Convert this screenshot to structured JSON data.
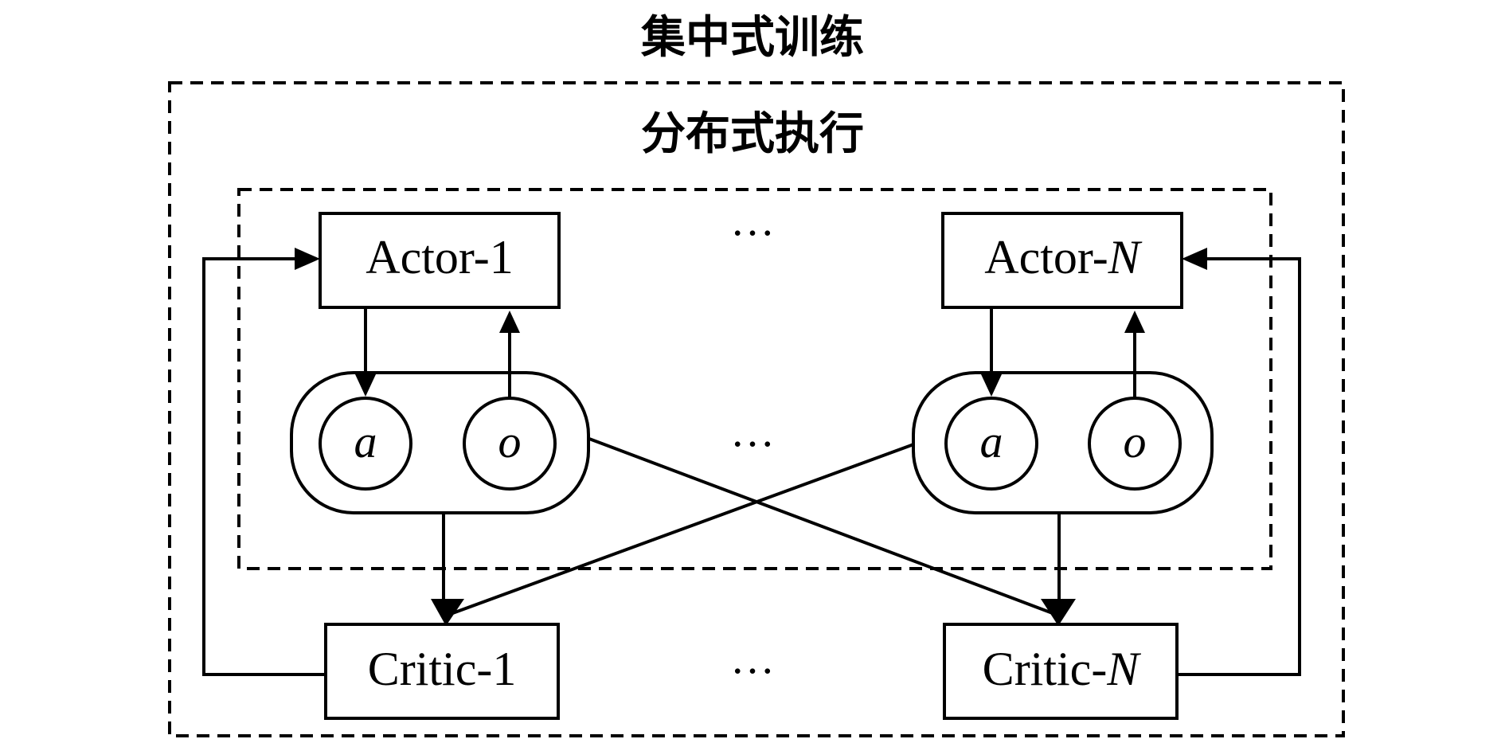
{
  "outer_title": "集中式训练",
  "inner_title": "分布式执行",
  "actor_left": {
    "prefix": "Actor-",
    "suffix": "1"
  },
  "actor_right": {
    "prefix": "Actor-",
    "suffix": "N"
  },
  "critic_left": {
    "prefix": "Critic-",
    "suffix": "1"
  },
  "critic_right": {
    "prefix": "Critic-",
    "suffix": "N"
  },
  "action_symbol": "a",
  "observation_symbol": "o",
  "ellipsis": "…"
}
